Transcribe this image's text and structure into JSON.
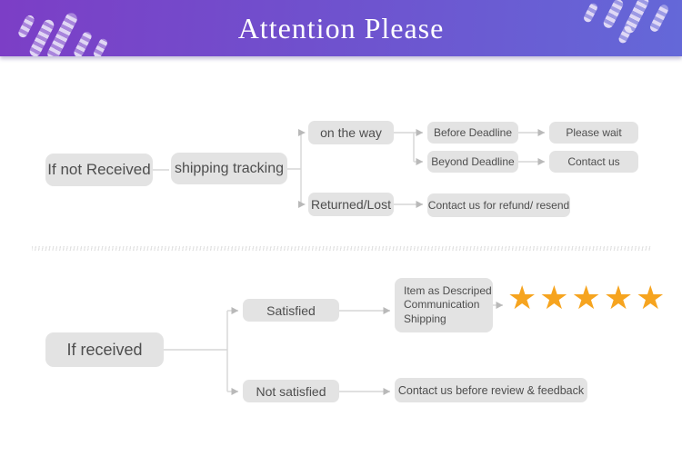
{
  "header": {
    "title": "Attention Please",
    "gradient_left_color": "#7c3ec6",
    "gradient_right_color": "#6468d8"
  },
  "flow_not_received": {
    "root": "If not Received",
    "tracking": "shipping tracking",
    "on_the_way": "on the way",
    "before_deadline": "Before Deadline",
    "please_wait": "Please wait",
    "beyond_deadline": "Beyond Deadline",
    "contact_us": "Contact us",
    "returned_lost": "Returned/Lost",
    "refund_resend": "Contact us for refund/ resend"
  },
  "flow_received": {
    "root": "If received",
    "satisfied": "Satisfied",
    "review_line1": "Item as Descriped",
    "review_line2": "Communication",
    "review_line3": "Shipping",
    "stars": "★★★★★",
    "rating": 5,
    "star_color": "#f6a41f",
    "not_satisfied": "Not satisfied",
    "contact_feedback": "Contact us before review & feedback"
  },
  "style": {
    "node_fill": "#e3e3e3",
    "node_text_color": "#4e4e4e",
    "connector_color": "#d6d6d6"
  }
}
